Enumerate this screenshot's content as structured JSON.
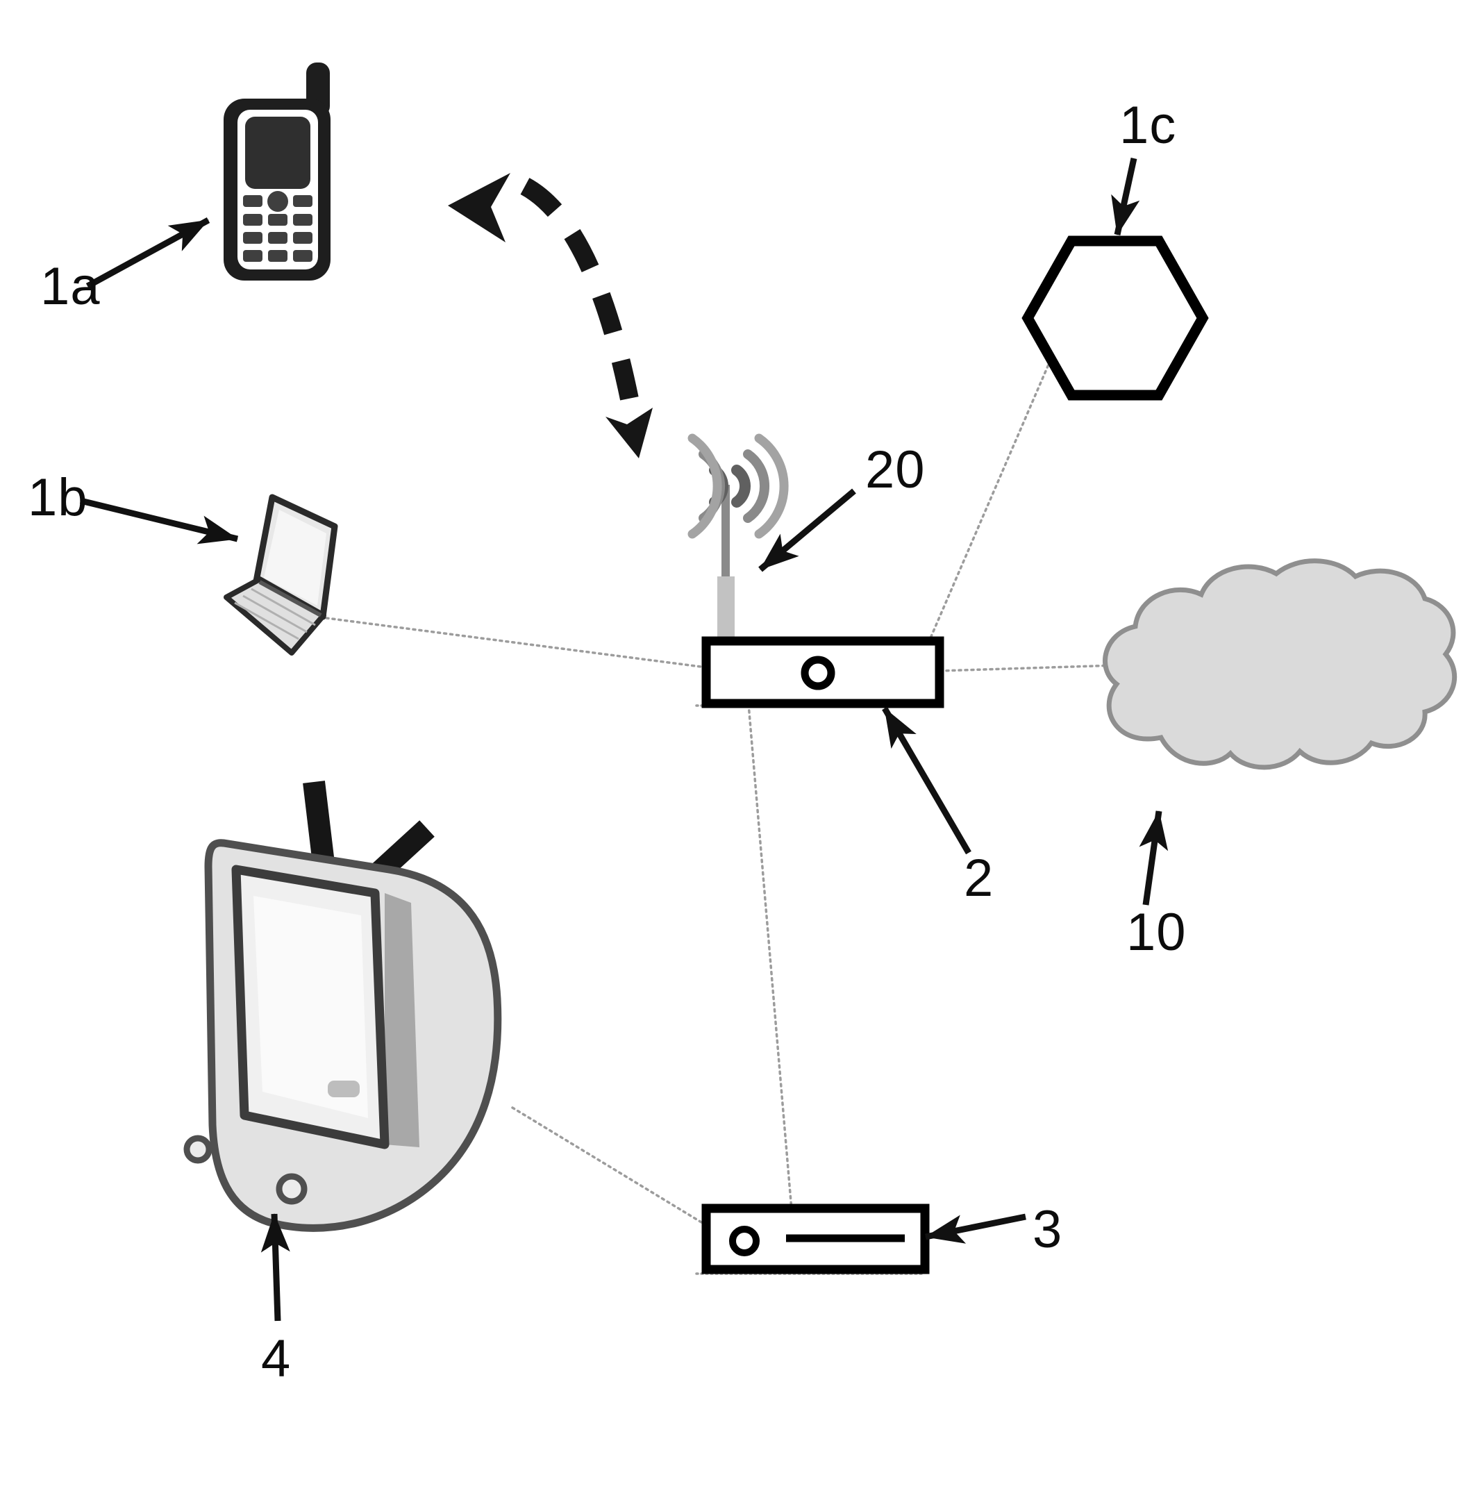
{
  "figure": {
    "kind": "patent-style network diagram",
    "labels": {
      "phone": "1a",
      "laptop": "1b",
      "hexagon": "1c",
      "access_point": "20",
      "router": "2",
      "internet": "10",
      "set_top_box": "3",
      "tv": "4"
    },
    "icons": {
      "phone": "mobile-phone-icon",
      "laptop": "laptop-icon",
      "hexagon": "hexagon-icon",
      "access_point": "wifi-antenna-icon",
      "router": "router-box-icon",
      "internet": "cloud-icon",
      "set_top_box": "set-top-box-icon",
      "tv": "tv-icon"
    },
    "colors": {
      "ink": "#111111",
      "label_text": "#0c0c0c",
      "connector": "#9c9c9c",
      "cloud_fill": "#dadada",
      "cloud_stroke": "#8f8f8f",
      "device_gray": "#e2e2e2",
      "antenna_gray": "#8a8a8a",
      "box_fill": "#ffffff"
    }
  }
}
